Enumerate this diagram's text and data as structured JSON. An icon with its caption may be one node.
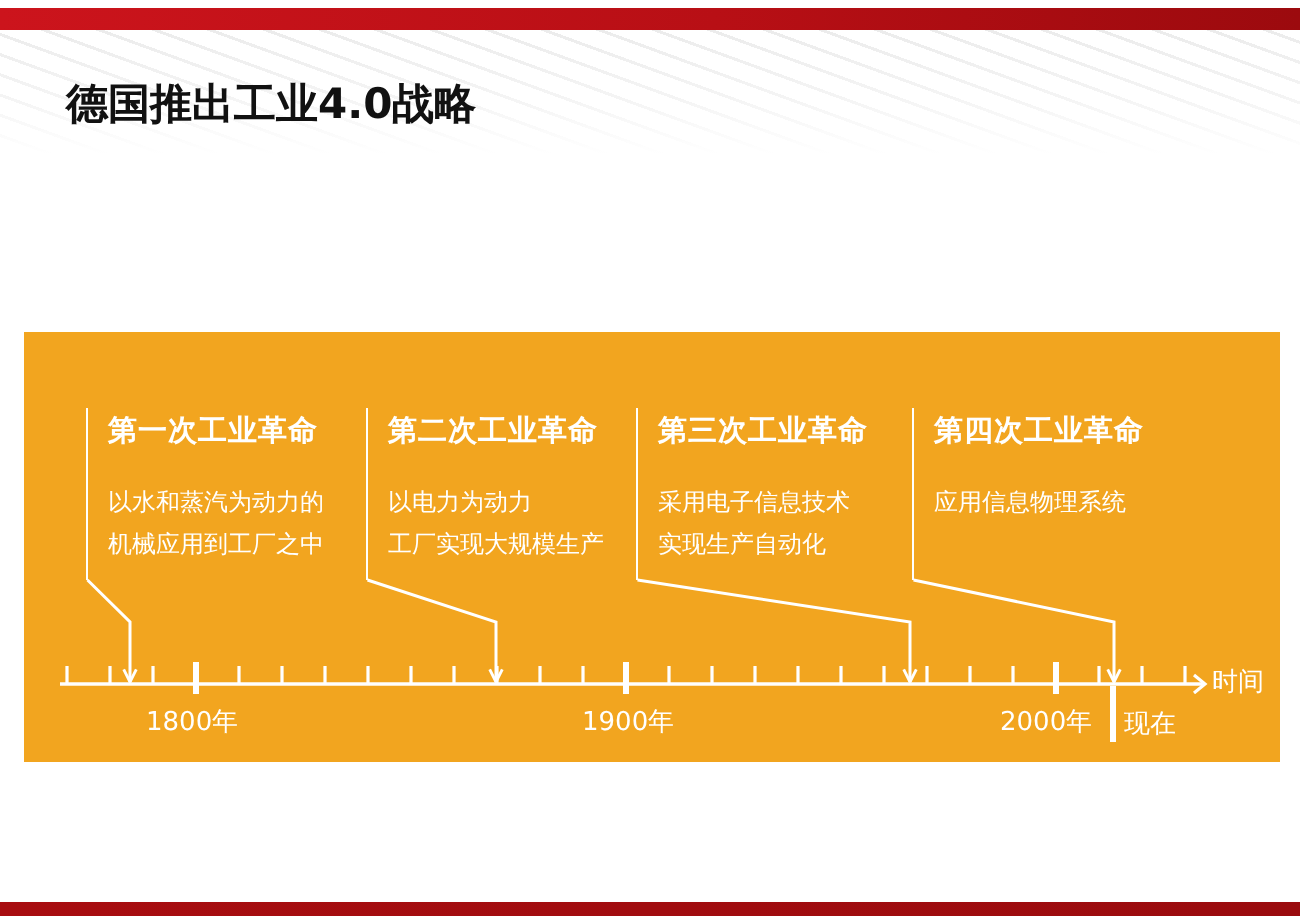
{
  "diagram": {
    "title": "德国推出工业4.0战略",
    "nodes": [
      {
        "text": [],
        "shape": "box"
      },
      {
        "text": [
          "第一次工业革命",
          "以水和蒸汽为动力的机械应用到工厂之中"
        ],
        "in": 0
      },
      {
        "text": [
          "第二次工业革命",
          "以电力为动力",
          "工厂实现大规模生产"
        ],
        "in": 0
      },
      {
        "text": [
          "第三次工业革命",
          "采用电子信息技术",
          "实现生产自动化"
        ],
        "in": 0
      },
      {
        "text": [
          "第四次工业革命",
          "应用信息物理系统"
        ],
        "in": 0
      },
      {
        "text": [],
        "shape": "line",
        "in": 0,
        "beside": [
          "1800年",
          "1900年",
          "2000年",
          "现在",
          "时间"
        ]
      }
    ],
    "edges": [
      {
        "from": 1,
        "to": 5,
        "arrow": "to"
      },
      {
        "from": 2,
        "to": 5,
        "arrow": "to"
      },
      {
        "from": 3,
        "to": 5,
        "arrow": "to"
      },
      {
        "from": 4,
        "to": 5,
        "arrow": "to"
      }
    ]
  }
}
